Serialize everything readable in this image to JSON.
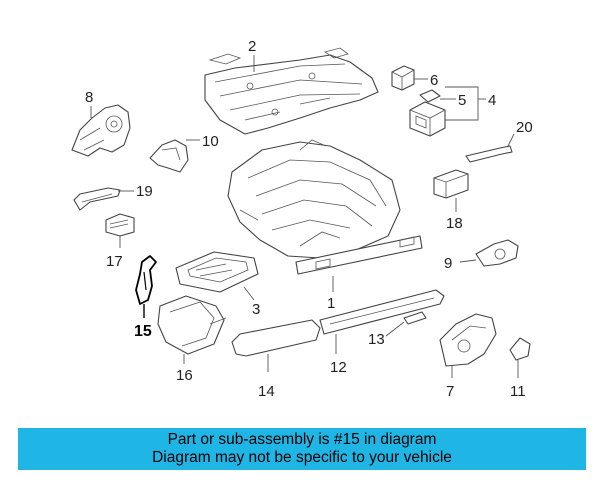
{
  "callouts": {
    "c1": "1",
    "c2": "2",
    "c3": "3",
    "c4": "4",
    "c5": "5",
    "c6": "6",
    "c7": "7",
    "c8": "8",
    "c9": "9",
    "c10": "10",
    "c11": "11",
    "c12": "12",
    "c13": "13",
    "c14": "14",
    "c15": "15",
    "c16": "16",
    "c17": "17",
    "c18": "18",
    "c19": "19",
    "c20": "20"
  },
  "highlighted_part": "15",
  "banner": {
    "line1": "Part or sub-assembly is #15 in diagram",
    "line2": "Diagram may not be specific to your vehicle",
    "background": "#1fb6e6"
  }
}
